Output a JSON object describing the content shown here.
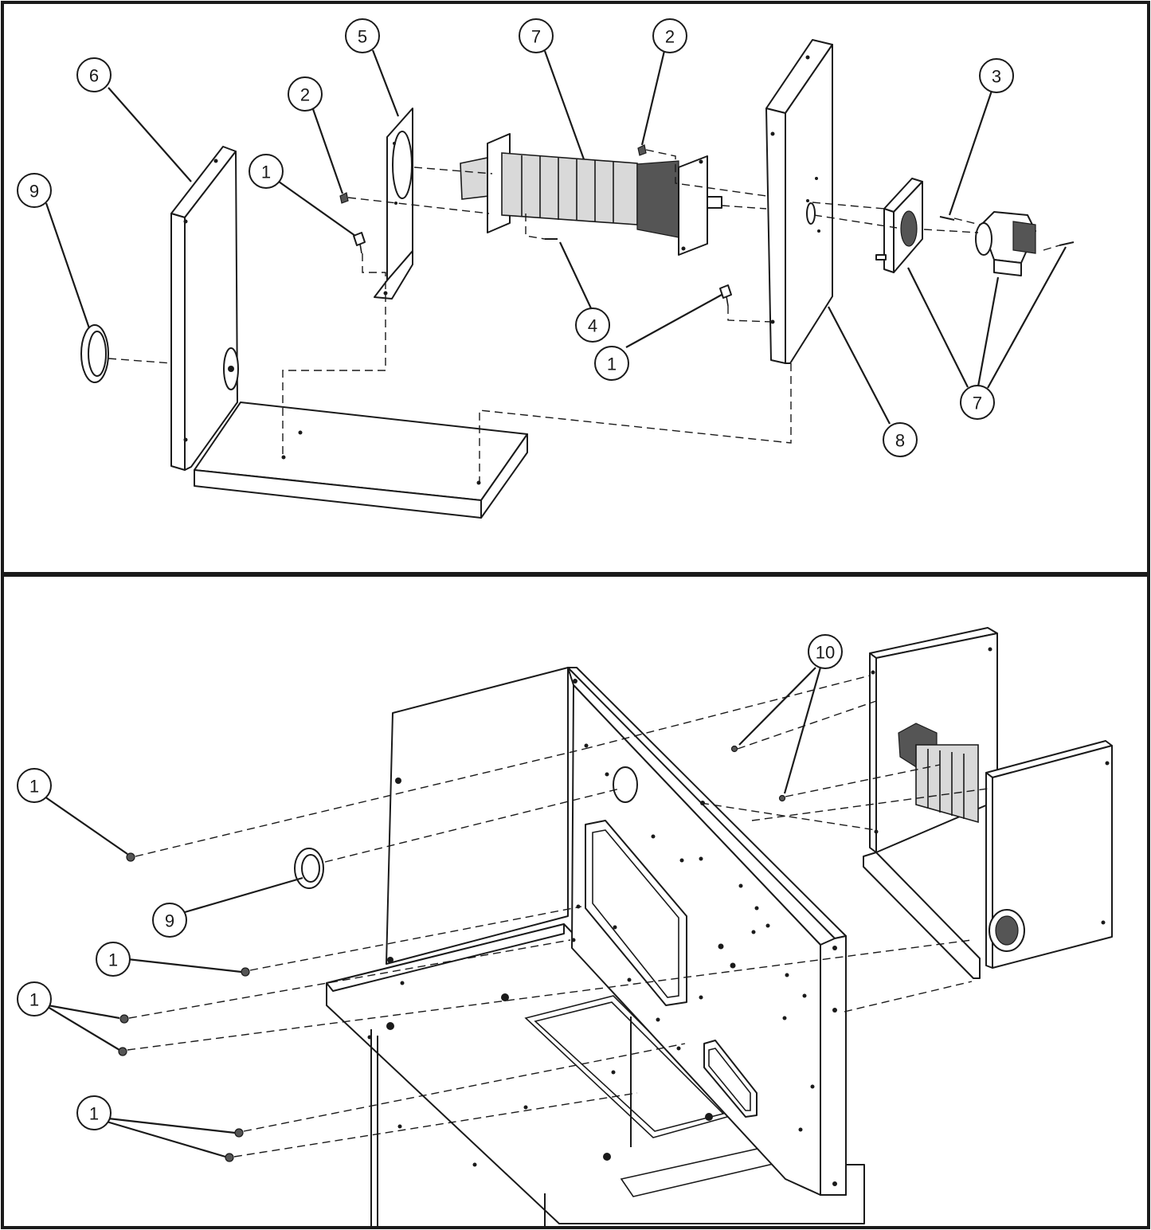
{
  "callouts": {
    "top": [
      {
        "label": "6"
      },
      {
        "label": "9"
      },
      {
        "label": "1"
      },
      {
        "label": "2"
      },
      {
        "label": "5"
      },
      {
        "label": "7"
      },
      {
        "label": "2"
      },
      {
        "label": "4"
      },
      {
        "label": "1"
      },
      {
        "label": "3"
      },
      {
        "label": "7"
      },
      {
        "label": "8"
      }
    ],
    "bottom": [
      {
        "label": "10"
      },
      {
        "label": "1"
      },
      {
        "label": "9"
      },
      {
        "label": "1"
      },
      {
        "label": "1"
      },
      {
        "label": "1"
      }
    ]
  }
}
